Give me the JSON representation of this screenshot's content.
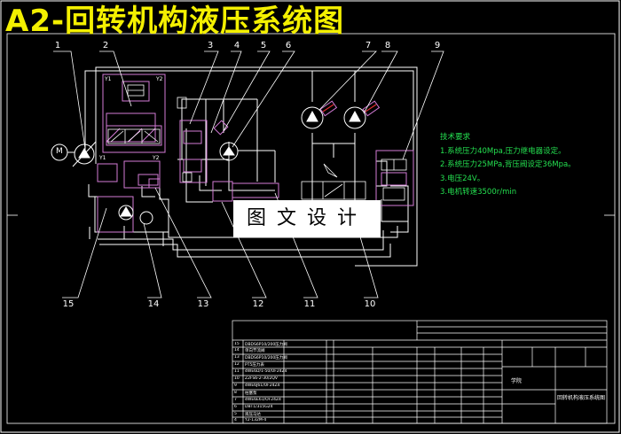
{
  "title": "A2-回转机构液压系统图",
  "notes": {
    "heading": "技术要求",
    "items": [
      "1.系统压力40Mpa,压力继电器设定。",
      "2.系统压力25MPa,背压阀设定36Mpa。",
      "3.电压24V。",
      "3.电机转速3500r/min"
    ]
  },
  "watermark": "图文设计",
  "callouts_top": [
    "1",
    "2",
    "3",
    "4",
    "5",
    "6",
    "7",
    "8",
    "9"
  ],
  "callouts_bottom": [
    "15",
    "14",
    "13",
    "12",
    "11",
    "10"
  ],
  "valve_labels": {
    "a_left": "Y1",
    "a_right": "Y2",
    "b_left": "Y1",
    "b_right": "Y2"
  },
  "motor_label": "M",
  "title_block": {
    "parts_rows": [
      {
        "no": "15",
        "name": "DBDS6P10/200压力阀"
      },
      {
        "no": "14",
        "name": "单向节流阀"
      },
      {
        "no": "13",
        "name": "DBDS6P10/200压力阀"
      },
      {
        "no": "12",
        "name": "PT5压力表"
      },
      {
        "no": "11",
        "name": "4WE6D/1-50/OF24Z4"
      },
      {
        "no": "10",
        "name": "Z2FS6-2-30/2QV"
      },
      {
        "no": "9",
        "name": "4WE6J61/OF24Z4"
      },
      {
        "no": "8",
        "name": "柱塞泵"
      },
      {
        "no": "7",
        "name": "4WE6E61/OF24Z4"
      },
      {
        "no": "6",
        "name": "DBT1/315G24"
      },
      {
        "no": "5",
        "name": "液压马达"
      },
      {
        "no": "4",
        "name": "Y2-132M-4"
      }
    ],
    "drawing_name": "回转机构液压系统图",
    "school": "学院"
  },
  "colors": {
    "line": "#ffffff",
    "component": "#d37bd6",
    "title": "#f4f000",
    "notes": "#24e050",
    "accent": "#e03030"
  }
}
